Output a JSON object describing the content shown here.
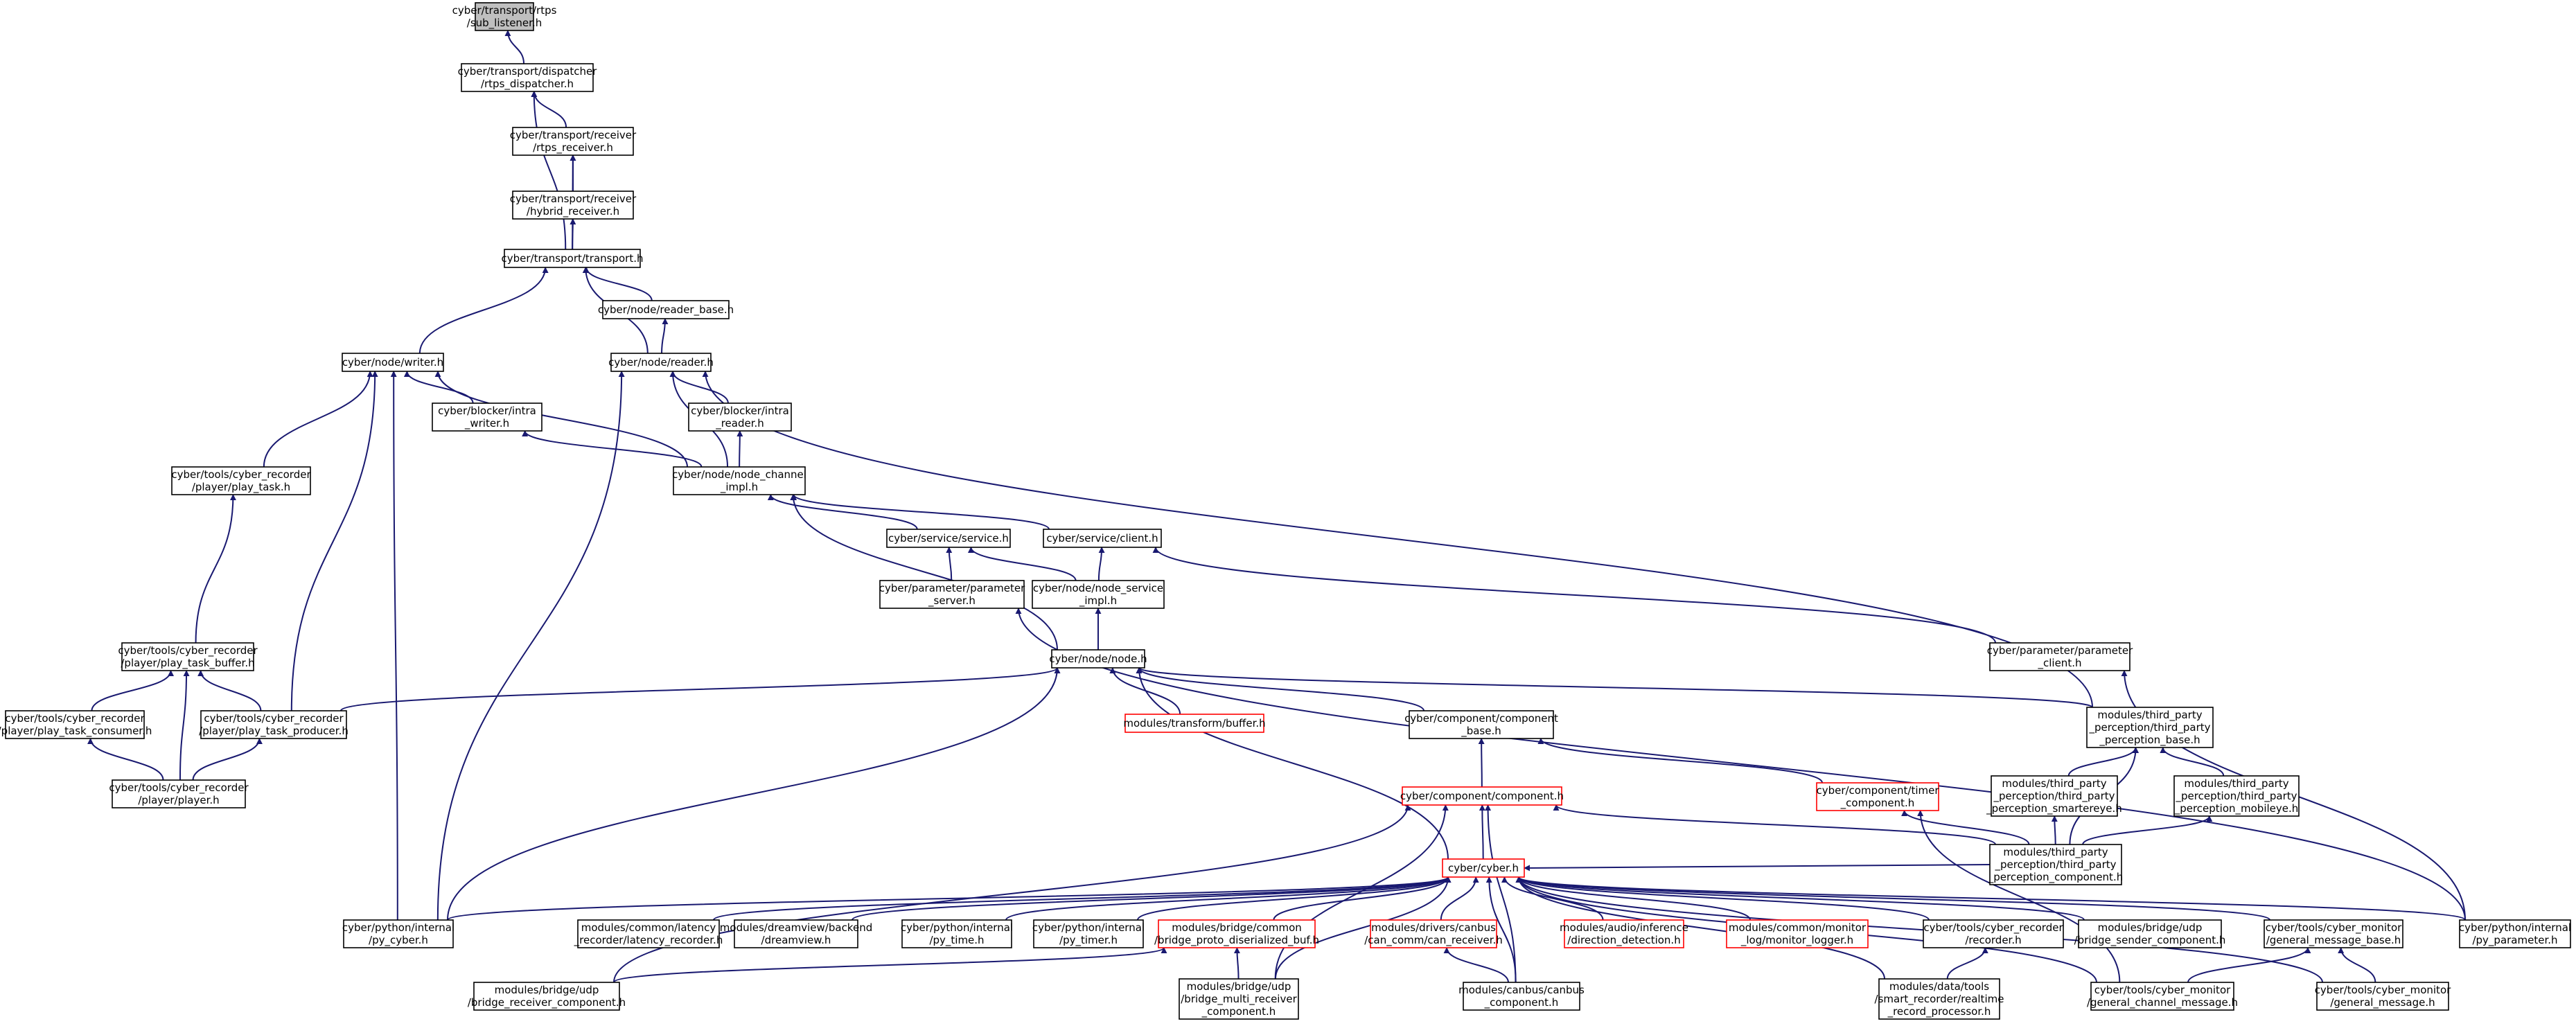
{
  "nodes": [
    {
      "id": "sub_listener",
      "lines": [
        "cyber/transport/rtps",
        "/sub_listener.h"
      ],
      "style": "root"
    },
    {
      "id": "rtps_dispatcher",
      "lines": [
        "cyber/transport/dispatcher",
        "/rtps_dispatcher.h"
      ]
    },
    {
      "id": "rtps_receiver",
      "lines": [
        "cyber/transport/receiver",
        "/rtps_receiver.h"
      ]
    },
    {
      "id": "hybrid_receiver",
      "lines": [
        "cyber/transport/receiver",
        "/hybrid_receiver.h"
      ]
    },
    {
      "id": "transport",
      "lines": [
        "cyber/transport/transport.h"
      ]
    },
    {
      "id": "reader_base",
      "lines": [
        "cyber/node/reader_base.h"
      ]
    },
    {
      "id": "writer",
      "lines": [
        "cyber/node/writer.h"
      ]
    },
    {
      "id": "reader",
      "lines": [
        "cyber/node/reader.h"
      ]
    },
    {
      "id": "intra_writer",
      "lines": [
        "cyber/blocker/intra",
        "_writer.h"
      ]
    },
    {
      "id": "intra_reader",
      "lines": [
        "cyber/blocker/intra",
        "_reader.h"
      ]
    },
    {
      "id": "play_task",
      "lines": [
        "cyber/tools/cyber_recorder",
        "/player/play_task.h"
      ]
    },
    {
      "id": "node_channel_impl",
      "lines": [
        "cyber/node/node_channel",
        "_impl.h"
      ]
    },
    {
      "id": "service",
      "lines": [
        "cyber/service/service.h"
      ]
    },
    {
      "id": "client",
      "lines": [
        "cyber/service/client.h"
      ]
    },
    {
      "id": "parameter_server",
      "lines": [
        "cyber/parameter/parameter",
        "_server.h"
      ]
    },
    {
      "id": "node_service_impl",
      "lines": [
        "cyber/node/node_service",
        "_impl.h"
      ]
    },
    {
      "id": "parameter_client",
      "lines": [
        "cyber/parameter/parameter",
        "_client.h"
      ]
    },
    {
      "id": "play_task_buffer",
      "lines": [
        "cyber/tools/cyber_recorder",
        "/player/play_task_buffer.h"
      ]
    },
    {
      "id": "node",
      "lines": [
        "cyber/node/node.h"
      ]
    },
    {
      "id": "play_task_consumer",
      "lines": [
        "cyber/tools/cyber_recorder",
        "/player/play_task_consumer.h"
      ]
    },
    {
      "id": "play_task_producer",
      "lines": [
        "cyber/tools/cyber_recorder",
        "/player/play_task_producer.h"
      ]
    },
    {
      "id": "transform_buffer",
      "lines": [
        "modules/transform/buffer.h"
      ],
      "style": "red"
    },
    {
      "id": "component_base",
      "lines": [
        "cyber/component/component",
        "_base.h"
      ]
    },
    {
      "id": "tp_perception_base",
      "lines": [
        "modules/third_party",
        "_perception/third_party",
        "_perception_base.h"
      ]
    },
    {
      "id": "player",
      "lines": [
        "cyber/tools/cyber_recorder",
        "/player/player.h"
      ]
    },
    {
      "id": "component",
      "lines": [
        "cyber/component/component.h"
      ],
      "style": "red"
    },
    {
      "id": "timer_component",
      "lines": [
        "cyber/component/timer",
        "_component.h"
      ],
      "style": "red"
    },
    {
      "id": "tp_smartereye",
      "lines": [
        "modules/third_party",
        "_perception/third_party",
        "_perception_smartereye.h"
      ]
    },
    {
      "id": "tp_mobileye",
      "lines": [
        "modules/third_party",
        "_perception/third_party",
        "_perception_mobileye.h"
      ]
    },
    {
      "id": "cyber",
      "lines": [
        "cyber/cyber.h"
      ],
      "style": "red"
    },
    {
      "id": "tp_component",
      "lines": [
        "modules/third_party",
        "_perception/third_party",
        "_perception_component.h"
      ]
    },
    {
      "id": "py_cyber",
      "lines": [
        "cyber/python/internal",
        "/py_cyber.h"
      ]
    },
    {
      "id": "latency_recorder",
      "lines": [
        "modules/common/latency",
        "_recorder/latency_recorder.h"
      ]
    },
    {
      "id": "dreamview",
      "lines": [
        "modules/dreamview/backend",
        "/dreamview.h"
      ]
    },
    {
      "id": "py_time",
      "lines": [
        "cyber/python/internal",
        "/py_time.h"
      ]
    },
    {
      "id": "py_timer",
      "lines": [
        "cyber/python/internal",
        "/py_timer.h"
      ]
    },
    {
      "id": "bridge_proto_buf",
      "lines": [
        "modules/bridge/common",
        "/bridge_proto_diserialized_buf.h"
      ],
      "style": "red"
    },
    {
      "id": "can_receiver",
      "lines": [
        "modules/drivers/canbus",
        "/can_comm/can_receiver.h"
      ],
      "style": "red"
    },
    {
      "id": "direction_detection",
      "lines": [
        "modules/audio/inference",
        "/direction_detection.h"
      ],
      "style": "red"
    },
    {
      "id": "monitor_logger",
      "lines": [
        "modules/common/monitor",
        "_log/monitor_logger.h"
      ],
      "style": "red"
    },
    {
      "id": "recorder",
      "lines": [
        "cyber/tools/cyber_recorder",
        "/recorder.h"
      ]
    },
    {
      "id": "bridge_sender",
      "lines": [
        "modules/bridge/udp",
        "/bridge_sender_component.h"
      ]
    },
    {
      "id": "general_message_base",
      "lines": [
        "cyber/tools/cyber_monitor",
        "/general_message_base.h"
      ]
    },
    {
      "id": "py_parameter",
      "lines": [
        "cyber/python/internal",
        "/py_parameter.h"
      ]
    },
    {
      "id": "bridge_receiver",
      "lines": [
        "modules/bridge/udp",
        "/bridge_receiver_component.h"
      ]
    },
    {
      "id": "bridge_multi_receiver",
      "lines": [
        "modules/bridge/udp",
        "/bridge_multi_receiver",
        "_component.h"
      ]
    },
    {
      "id": "canbus_component",
      "lines": [
        "modules/canbus/canbus",
        "_component.h"
      ]
    },
    {
      "id": "realtime_record",
      "lines": [
        "modules/data/tools",
        "/smart_recorder/realtime",
        "_record_processor.h"
      ]
    },
    {
      "id": "general_channel_message",
      "lines": [
        "cyber/tools/cyber_monitor",
        "/general_channel_message.h"
      ]
    },
    {
      "id": "general_message",
      "lines": [
        "cyber/tools/cyber_monitor",
        "/general_message.h"
      ]
    }
  ],
  "edges": [
    [
      "sub_listener",
      "rtps_dispatcher"
    ],
    [
      "rtps_dispatcher",
      "rtps_receiver"
    ],
    [
      "rtps_dispatcher",
      "transport"
    ],
    [
      "rtps_receiver",
      "hybrid_receiver"
    ],
    [
      "rtps_receiver",
      "transport"
    ],
    [
      "hybrid_receiver",
      "transport"
    ],
    [
      "transport",
      "writer"
    ],
    [
      "transport",
      "reader_base"
    ],
    [
      "transport",
      "reader"
    ],
    [
      "reader_base",
      "reader"
    ],
    [
      "writer",
      "intra_writer"
    ],
    [
      "writer",
      "play_task"
    ],
    [
      "writer",
      "node_channel_impl"
    ],
    [
      "writer",
      "play_task_producer"
    ],
    [
      "writer",
      "py_cyber"
    ],
    [
      "reader",
      "intra_reader"
    ],
    [
      "reader",
      "node_channel_impl"
    ],
    [
      "reader",
      "tp_perception_base"
    ],
    [
      "reader",
      "py_cyber"
    ],
    [
      "intra_writer",
      "node_channel_impl"
    ],
    [
      "intra_reader",
      "node_channel_impl"
    ],
    [
      "node_channel_impl",
      "service"
    ],
    [
      "node_channel_impl",
      "client"
    ],
    [
      "node_channel_impl",
      "node"
    ],
    [
      "service",
      "parameter_server"
    ],
    [
      "service",
      "node_service_impl"
    ],
    [
      "client",
      "node_service_impl"
    ],
    [
      "client",
      "parameter_client"
    ],
    [
      "node_service_impl",
      "node"
    ],
    [
      "parameter_server",
      "py_parameter"
    ],
    [
      "parameter_client",
      "py_parameter"
    ],
    [
      "play_task",
      "play_task_buffer"
    ],
    [
      "play_task_buffer",
      "play_task_consumer"
    ],
    [
      "play_task_buffer",
      "play_task_producer"
    ],
    [
      "play_task_buffer",
      "player"
    ],
    [
      "play_task_consumer",
      "player"
    ],
    [
      "play_task_producer",
      "player"
    ],
    [
      "node",
      "play_task_producer"
    ],
    [
      "node",
      "transform_buffer"
    ],
    [
      "node",
      "component_base"
    ],
    [
      "node",
      "tp_perception_base"
    ],
    [
      "node",
      "cyber"
    ],
    [
      "node",
      "py_cyber"
    ],
    [
      "component_base",
      "component"
    ],
    [
      "component_base",
      "timer_component"
    ],
    [
      "tp_perception_base",
      "tp_smartereye"
    ],
    [
      "tp_perception_base",
      "tp_mobileye"
    ],
    [
      "tp_perception_base",
      "tp_component"
    ],
    [
      "tp_smartereye",
      "tp_component"
    ],
    [
      "tp_mobileye",
      "tp_component"
    ],
    [
      "timer_component",
      "tp_component"
    ],
    [
      "timer_component",
      "general_channel_message"
    ],
    [
      "component",
      "cyber"
    ],
    [
      "component",
      "tp_component"
    ],
    [
      "component",
      "bridge_receiver"
    ],
    [
      "component",
      "bridge_multi_receiver"
    ],
    [
      "component",
      "canbus_component"
    ],
    [
      "cyber",
      "py_cyber"
    ],
    [
      "cyber",
      "latency_recorder"
    ],
    [
      "cyber",
      "dreamview"
    ],
    [
      "cyber",
      "py_time"
    ],
    [
      "cyber",
      "py_timer"
    ],
    [
      "cyber",
      "bridge_proto_buf"
    ],
    [
      "cyber",
      "can_receiver"
    ],
    [
      "cyber",
      "direction_detection"
    ],
    [
      "cyber",
      "monitor_logger"
    ],
    [
      "cyber",
      "recorder"
    ],
    [
      "cyber",
      "bridge_sender"
    ],
    [
      "cyber",
      "general_message_base"
    ],
    [
      "cyber",
      "py_parameter"
    ],
    [
      "cyber",
      "bridge_multi_receiver"
    ],
    [
      "cyber",
      "canbus_component"
    ],
    [
      "cyber",
      "realtime_record"
    ],
    [
      "cyber",
      "general_channel_message"
    ],
    [
      "cyber",
      "general_message"
    ],
    [
      "cyber",
      "tp_component"
    ],
    [
      "bridge_proto_buf",
      "bridge_receiver"
    ],
    [
      "bridge_proto_buf",
      "bridge_multi_receiver"
    ],
    [
      "can_receiver",
      "canbus_component"
    ],
    [
      "recorder",
      "realtime_record"
    ],
    [
      "general_message_base",
      "general_channel_message"
    ],
    [
      "general_message_base",
      "general_message"
    ]
  ]
}
